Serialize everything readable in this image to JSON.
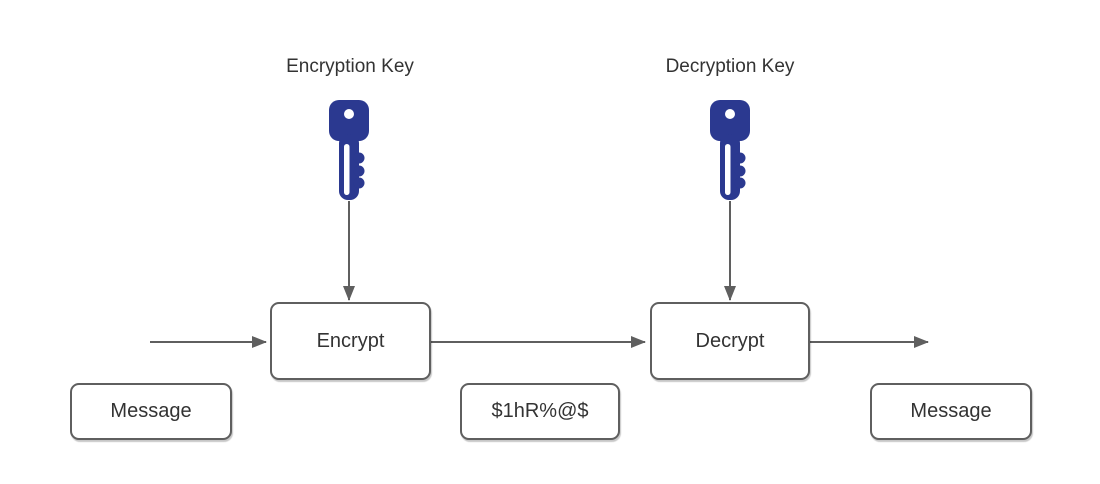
{
  "diagram": {
    "labels": {
      "encryption_key": "Encryption Key",
      "decryption_key": "Decryption Key"
    },
    "nodes": {
      "encrypt": "Encrypt",
      "decrypt": "Decrypt",
      "message_in": "Message",
      "ciphertext": "$1hR%@$",
      "message_out": "Message"
    },
    "icons": {
      "encryption_key": "key-icon",
      "decryption_key": "key-icon"
    },
    "colors": {
      "key": "#2b3990",
      "line": "#5f5f5f",
      "text": "#333333",
      "background": "#ffffff"
    }
  }
}
